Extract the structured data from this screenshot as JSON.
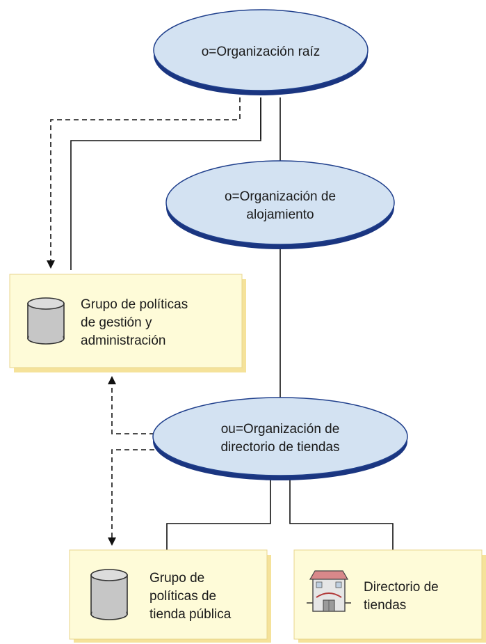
{
  "nodes": {
    "root_org": {
      "lines": [
        "o=Organización raíz"
      ]
    },
    "hosting_org": {
      "lines": [
        "o=Organización de",
        "alojamiento"
      ]
    },
    "store_dir_org": {
      "lines": [
        "ou=Organización de",
        "directorio de tiendas"
      ]
    },
    "mgmt_policy_group": {
      "lines": [
        "Grupo de políticas",
        "de gestión y",
        "administración"
      ],
      "icon": "database-cylinder-icon"
    },
    "public_store_policy_group": {
      "lines": [
        "Grupo de",
        "políticas de",
        "tienda pública"
      ],
      "icon": "database-cylinder-icon"
    },
    "store_directory": {
      "lines": [
        "Directorio de",
        "tiendas"
      ],
      "icon": "storefront-icon"
    }
  },
  "colors": {
    "ellipse_fill": "#d3e2f2",
    "ellipse_stroke": "#1f3f8c",
    "ellipse_shadow": "#1a3580",
    "box_fill": "#fefbd8",
    "box_shadow": "#f5e29a",
    "cylinder_fill": "#c6c6c6"
  }
}
